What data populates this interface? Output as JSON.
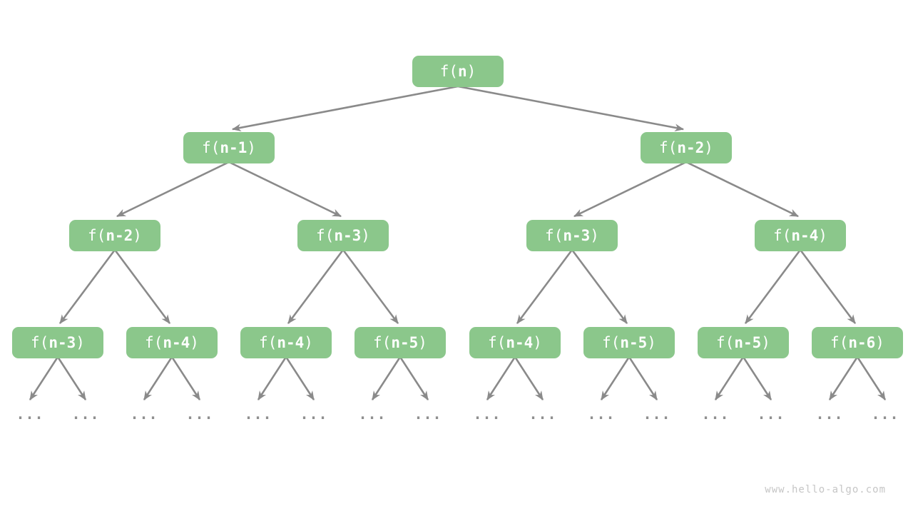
{
  "theme": {
    "background": "#FFFFFF",
    "node_fill": "#8BC78B",
    "node_text": "#FFFFFF",
    "arrow_color": "#8A8A8A",
    "dots_color": "#8F8F8F",
    "watermark_color": "#C6C6C6"
  },
  "diagram": {
    "type": "recursion-tree",
    "ellipsis": "...",
    "nodes": [
      {
        "label": "f(n)",
        "pre": "f(",
        "arg": "n",
        "post": ")",
        "level": 1
      },
      {
        "label": "f(n-1)",
        "pre": "f(",
        "arg": "n-1",
        "post": ")",
        "level": 2
      },
      {
        "label": "f(n-2)",
        "pre": "f(",
        "arg": "n-2",
        "post": ")",
        "level": 2
      },
      {
        "label": "f(n-2)",
        "pre": "f(",
        "arg": "n-2",
        "post": ")",
        "level": 3
      },
      {
        "label": "f(n-3)",
        "pre": "f(",
        "arg": "n-3",
        "post": ")",
        "level": 3
      },
      {
        "label": "f(n-3)",
        "pre": "f(",
        "arg": "n-3",
        "post": ")",
        "level": 3
      },
      {
        "label": "f(n-4)",
        "pre": "f(",
        "arg": "n-4",
        "post": ")",
        "level": 3
      },
      {
        "label": "f(n-3)",
        "pre": "f(",
        "arg": "n-3",
        "post": ")",
        "level": 4
      },
      {
        "label": "f(n-4)",
        "pre": "f(",
        "arg": "n-4",
        "post": ")",
        "level": 4
      },
      {
        "label": "f(n-4)",
        "pre": "f(",
        "arg": "n-4",
        "post": ")",
        "level": 4
      },
      {
        "label": "f(n-5)",
        "pre": "f(",
        "arg": "n-5",
        "post": ")",
        "level": 4
      },
      {
        "label": "f(n-4)",
        "pre": "f(",
        "arg": "n-4",
        "post": ")",
        "level": 4
      },
      {
        "label": "f(n-5)",
        "pre": "f(",
        "arg": "n-5",
        "post": ")",
        "level": 4
      },
      {
        "label": "f(n-5)",
        "pre": "f(",
        "arg": "n-5",
        "post": ")",
        "level": 4
      },
      {
        "label": "f(n-6)",
        "pre": "f(",
        "arg": "n-6",
        "post": ")",
        "level": 4
      }
    ]
  },
  "footer": {
    "watermark": "www.hello-algo.com"
  }
}
